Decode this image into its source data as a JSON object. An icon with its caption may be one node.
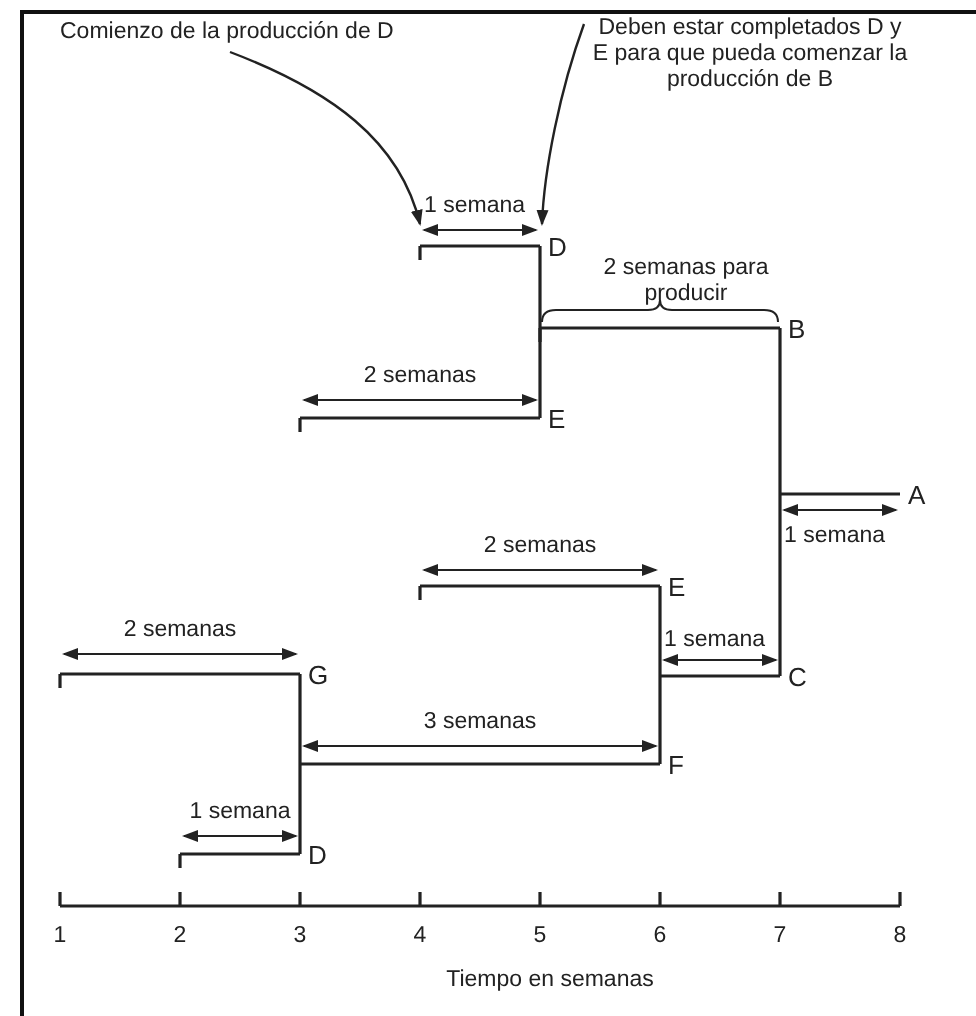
{
  "diagram": {
    "nodes": [
      {
        "text": [
          "Comienzo de la producción de D"
        ]
      },
      {
        "text": [
          "Deben estar completados D y E para que pueda comenzar la producción de B"
        ]
      },
      {
        "text": [
          "D"
        ],
        "beside": [
          "1 semana"
        ]
      },
      {
        "text": [
          "B"
        ],
        "beside": [
          "2 semanas para producir"
        ]
      },
      {
        "text": [
          "E"
        ],
        "beside": [
          "2 semanas"
        ]
      },
      {
        "text": [
          "A"
        ],
        "beside": [
          "1 semana"
        ]
      },
      {
        "text": [
          "E"
        ],
        "beside": [
          "2 semanas"
        ]
      },
      {
        "text": [
          "G"
        ],
        "beside": [
          "2 semanas"
        ]
      },
      {
        "text": [
          "C"
        ],
        "beside": [
          "1 semana"
        ]
      },
      {
        "text": [
          "F"
        ],
        "beside": [
          "3 semanas"
        ]
      },
      {
        "text": [
          "D"
        ],
        "beside": [
          "1 semana"
        ]
      }
    ],
    "edges": [
      {
        "from": 0,
        "to": 2,
        "arrow": "to"
      },
      {
        "from": 1,
        "to": 2,
        "arrow": "to"
      },
      {
        "from": 2,
        "to": 3,
        "arrow": "none"
      },
      {
        "from": 4,
        "to": 3,
        "arrow": "none"
      },
      {
        "from": 3,
        "to": 5,
        "arrow": "none"
      },
      {
        "from": 8,
        "to": 5,
        "arrow": "none"
      },
      {
        "from": 6,
        "to": 8,
        "arrow": "none"
      },
      {
        "from": 9,
        "to": 8,
        "arrow": "none"
      },
      {
        "from": 7,
        "to": 9,
        "arrow": "none"
      },
      {
        "from": 10,
        "to": 9,
        "arrow": "none"
      }
    ],
    "labels": [
      "1",
      "2",
      "3",
      "4",
      "5",
      "6",
      "7",
      "8",
      "Tiempo en semanas"
    ]
  }
}
